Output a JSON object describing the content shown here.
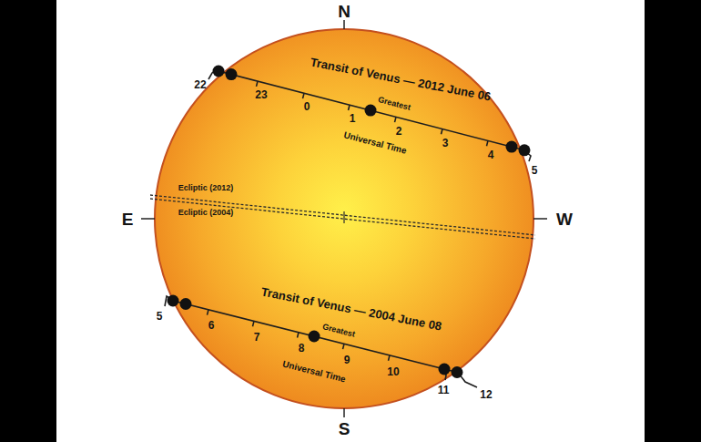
{
  "diagram": {
    "labels": [
      "N",
      "Transit of Venus — 2012 June 06",
      "22",
      "23",
      "0",
      "1",
      "Greatest",
      "2",
      "Universal Time",
      "3",
      "4",
      "5",
      "E",
      "Ecliptic (2012)",
      "Ecliptic (2004)",
      "W",
      "Transit of Venus — 2004 June 08",
      "5",
      "6",
      "7",
      "8",
      "Greatest",
      "9",
      "Universal Time",
      "10",
      "11",
      "12",
      "S"
    ]
  }
}
